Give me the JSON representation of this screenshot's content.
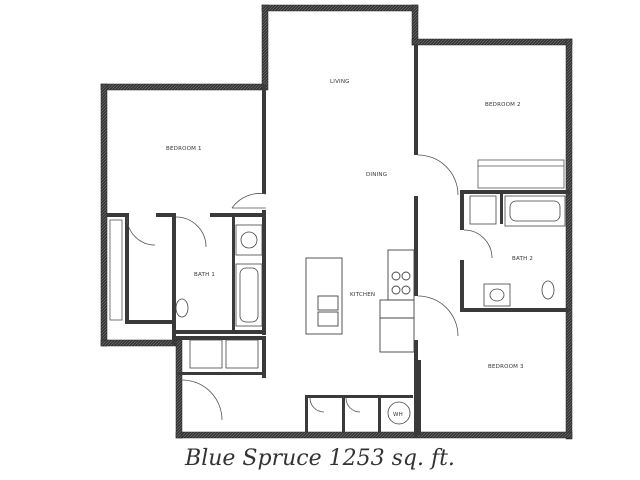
{
  "plan": {
    "title": "Blue Spruce 1253 sq. ft.",
    "wall_color": "#3a3a3a",
    "fixture_color": "#555555",
    "rooms": {
      "living": "LIVING",
      "dining": "DINING",
      "kitchen": "KITCHEN",
      "bedroom1": "BEDROOM 1",
      "bedroom2": "BEDROOM 2",
      "bedroom3": "BEDROOM 3",
      "bath1": "BATH 1",
      "bath2": "BATH 2"
    },
    "fixtures": {
      "water_heater": "WH"
    }
  }
}
